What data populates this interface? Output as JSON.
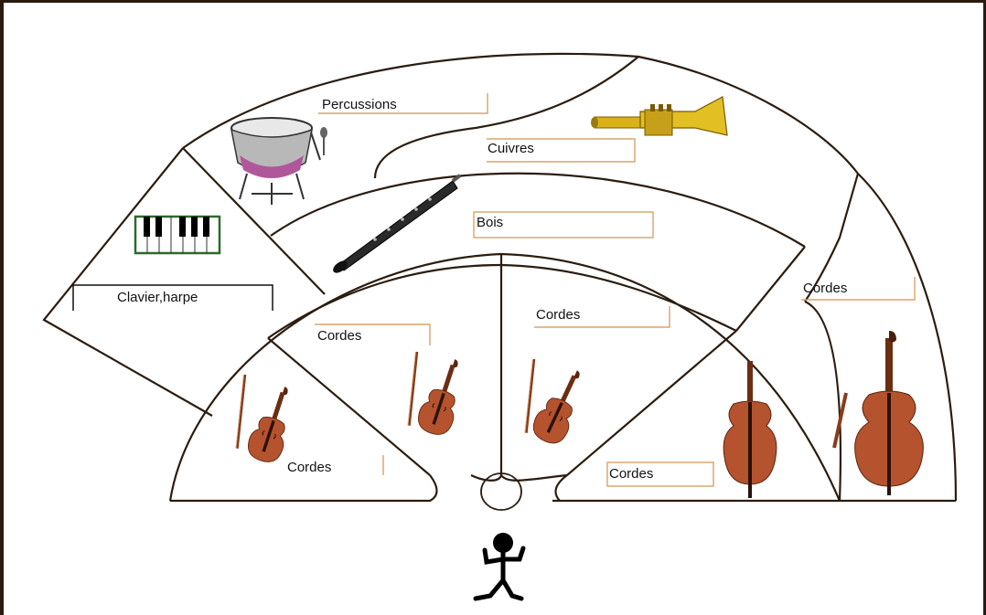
{
  "sections": {
    "percussions": "Percussions",
    "cuivres": "Cuivres",
    "bois": "Bois",
    "clavier": "Clavier,harpe",
    "cordes_1": "Cordes",
    "cordes_2": "Cordes",
    "cordes_3": "Cordes",
    "cordes_4": "Cordes",
    "cordes_5": "Cordes"
  },
  "colors": {
    "line": "#2b1d10",
    "label_box": "#d9a36a",
    "wood": "#a0452a",
    "brass": "#d9b21a"
  }
}
